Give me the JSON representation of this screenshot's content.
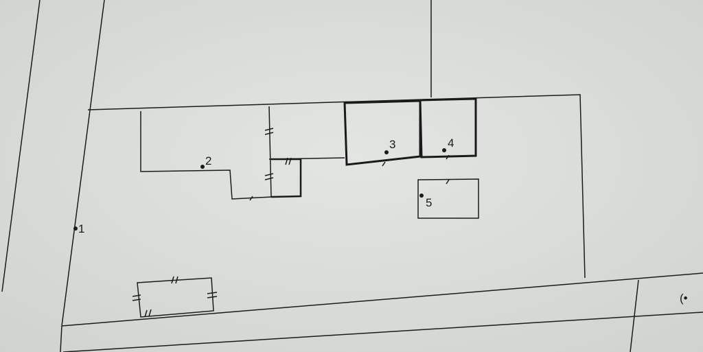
{
  "map": {
    "points": [
      {
        "id": "1",
        "label": "1"
      },
      {
        "id": "2",
        "label": "2"
      },
      {
        "id": "3",
        "label": "3"
      },
      {
        "id": "4",
        "label": "4"
      },
      {
        "id": "5",
        "label": "5"
      }
    ],
    "edge_mark": "(•"
  },
  "colors": {
    "paper": "#d9dbd9",
    "ink": "#1a1a1a"
  }
}
